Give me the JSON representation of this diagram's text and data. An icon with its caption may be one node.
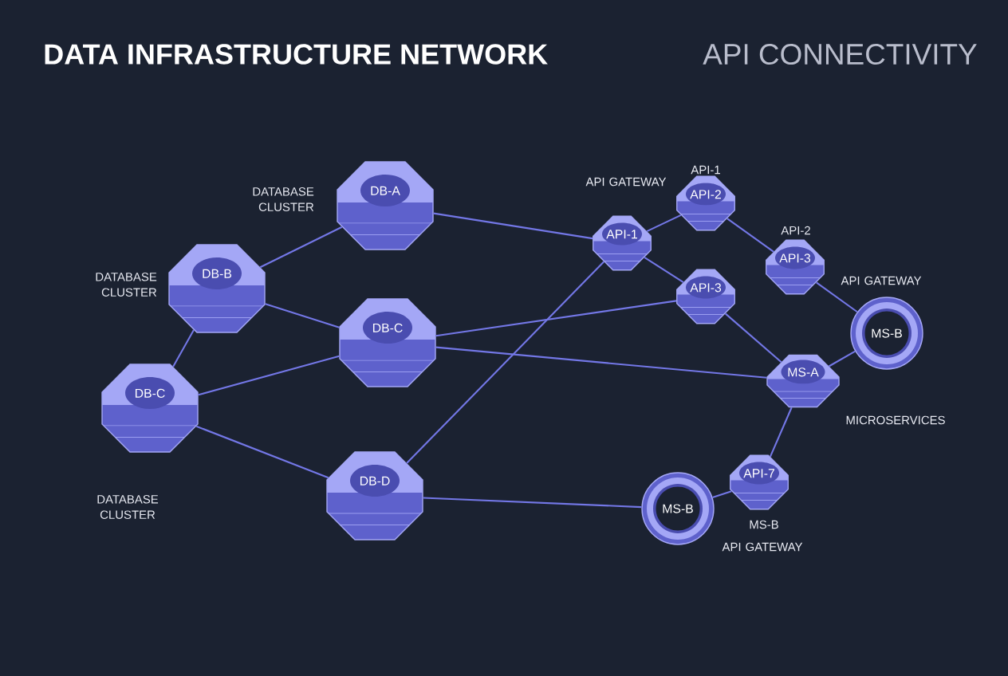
{
  "diagram": {
    "title": "DATA INFRASTRUCTURE NETWORK",
    "nodes": [
      {
        "text": [
          "DB-A"
        ]
      },
      {
        "text": [
          "DB-B"
        ]
      },
      {
        "text": [
          "DB-C"
        ]
      },
      {
        "text": [
          "DB-C"
        ]
      },
      {
        "text": [
          "DB-D"
        ]
      },
      {
        "text": [
          "API-1"
        ]
      },
      {
        "text": [
          "API-2"
        ]
      },
      {
        "text": [
          "API-3"
        ]
      },
      {
        "text": [
          "API-3"
        ]
      },
      {
        "text": [
          "MS-B"
        ]
      },
      {
        "text": [
          "MS-A"
        ]
      },
      {
        "text": [
          "API-7"
        ]
      },
      {
        "text": [
          "MS-B"
        ]
      }
    ],
    "edges": [
      {
        "from": 0,
        "to": 1,
        "arrow": "none"
      },
      {
        "from": 0,
        "to": 5,
        "arrow": "none"
      },
      {
        "from": 1,
        "to": 3,
        "arrow": "none"
      },
      {
        "from": 1,
        "to": 2,
        "arrow": "none"
      },
      {
        "from": 3,
        "to": 2,
        "arrow": "none"
      },
      {
        "from": 3,
        "to": 4,
        "arrow": "none"
      },
      {
        "from": 2,
        "to": 8,
        "arrow": "none"
      },
      {
        "from": 4,
        "to": 5,
        "arrow": "none"
      },
      {
        "from": 4,
        "to": 12,
        "arrow": "none"
      },
      {
        "from": 5,
        "to": 6,
        "arrow": "none"
      },
      {
        "from": 6,
        "to": 7,
        "arrow": "none"
      },
      {
        "from": 5,
        "to": 8,
        "arrow": "none"
      },
      {
        "from": 7,
        "to": 9,
        "arrow": "none"
      },
      {
        "from": 8,
        "to": 10,
        "arrow": "none"
      },
      {
        "from": 10,
        "to": 9,
        "arrow": "none"
      },
      {
        "from": 10,
        "to": 11,
        "arrow": "none"
      },
      {
        "from": 11,
        "to": 12,
        "arrow": "none"
      },
      {
        "from": 2,
        "to": 10,
        "arrow": "none"
      }
    ],
    "labels": [
      "API CONNECTIVITY",
      "DATABASE CLUSTER",
      "API GATEWAY",
      "API-1",
      "DATABASE CLUSTER",
      "API-2",
      "API GATEWAY",
      "MICROSERVICES",
      "DATABASE CLUSTER",
      "MS-B",
      "API GATEWAY"
    ]
  }
}
